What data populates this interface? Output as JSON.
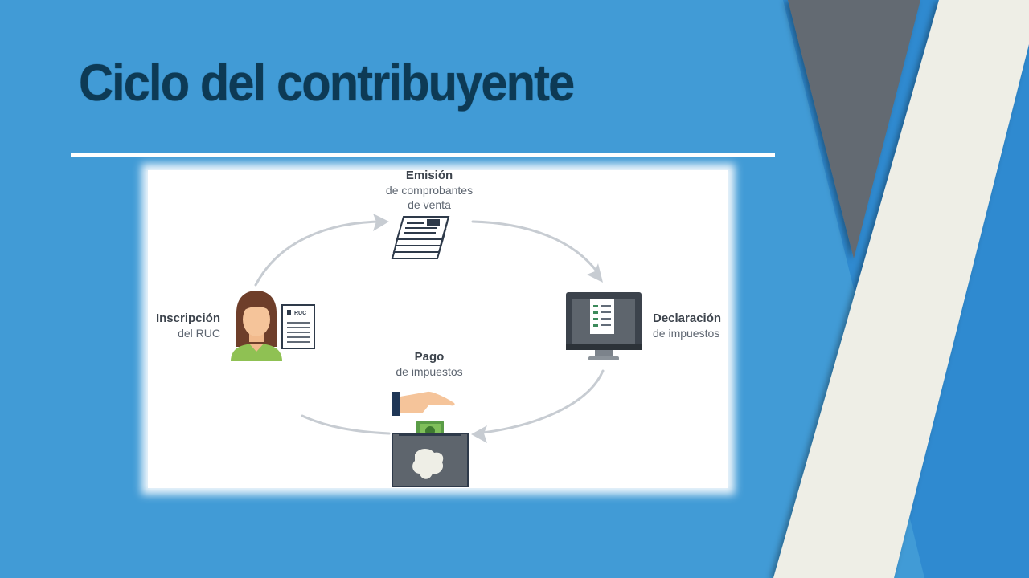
{
  "slide": {
    "title": "Ciclo del contribuyente",
    "colors": {
      "background": "#419bd6",
      "title": "#0d3a55",
      "rule": "#ffffff",
      "stripe_gray": "#636a72",
      "stripe_cream": "#eeeee6",
      "stripe_blue": "#2f8ad0"
    }
  },
  "diagram": {
    "steps": {
      "emision": {
        "title": "Emisión",
        "line1": "de comprobantes",
        "line2": "de venta",
        "icon": "stacked-invoices-icon"
      },
      "declaracion": {
        "title": "Declaración",
        "line1": "de impuestos",
        "icon": "computer-monitor-document-icon"
      },
      "pago": {
        "title": "Pago",
        "line1": "de impuestos",
        "icon": "hand-money-ballot-box-icon"
      },
      "inscripcion": {
        "title": "Inscripción",
        "line1": "del RUC",
        "icon": "woman-with-document-icon"
      }
    },
    "ruc_card_label": "RUC",
    "arrow_color": "#c7ccd2"
  }
}
